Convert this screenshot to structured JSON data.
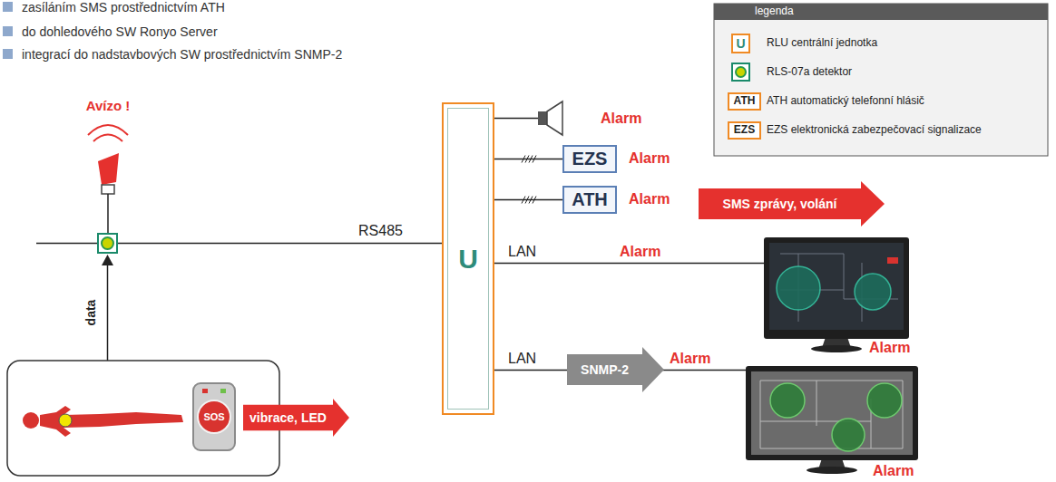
{
  "diagram": {
    "nodes": [
      {
        "text": [
          "U"
        ]
      },
      {
        "text": [
          "EZS"
        ]
      },
      {
        "text": [
          "ATH"
        ]
      },
      {
        "text": [
          "SMS zprávy, volání"
        ]
      },
      {
        "text": [
          "SNMP-2"
        ]
      },
      {
        "text": [
          "SOS"
        ]
      },
      {
        "text": [
          "vibrace, LED"
        ]
      }
    ],
    "edges": [
      {
        "from": 0,
        "to": 1,
        "arrow": "none"
      },
      {
        "from": 0,
        "to": 2,
        "arrow": "none"
      }
    ],
    "labels": [
      "zasíláním SMS prostřednictvím ATH",
      "do dohledového SW Ronyo Server",
      "integrací do nadstavbových SW prostřednictvím SNMP-2",
      "legenda",
      "U",
      "ATH",
      "EZS",
      "Avízo !",
      "Alarm",
      "Alarm",
      "Alarm",
      "RS485",
      "LAN",
      "Alarm",
      "Alarm",
      "LAN",
      "Alarm",
      "Alarm",
      "data"
    ],
    "legend": [
      {
        "text": "RLU centrální jednotka"
      },
      {
        "text": "RLS-07a detektor"
      },
      {
        "text": "ATH automatický telefonní hlásič"
      },
      {
        "text": "EZS elektronická zabezpečovací signalizace"
      }
    ]
  }
}
